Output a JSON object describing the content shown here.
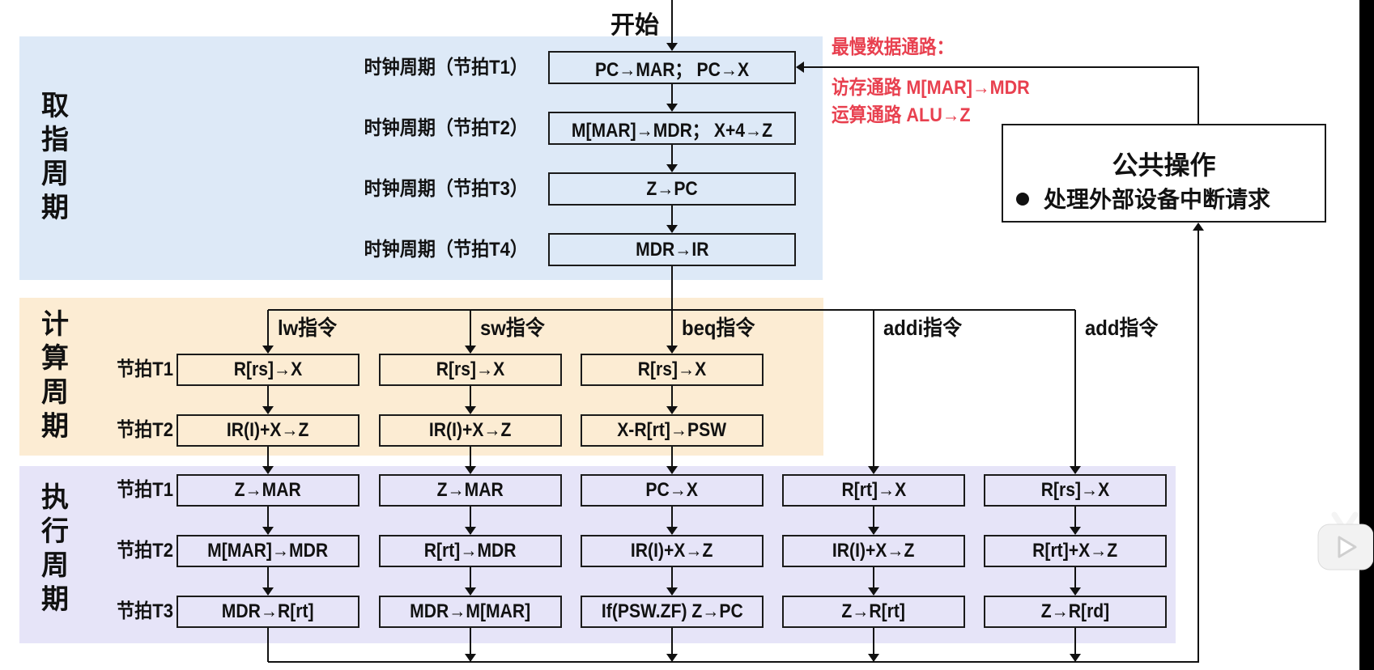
{
  "start_label": "开始",
  "phases": {
    "fetch": "取指周期",
    "compute": "计算周期",
    "execute": "执行周期"
  },
  "fetch_rows": [
    {
      "label": "时钟周期（节拍T1）",
      "op": "PC→MAR；  PC→X"
    },
    {
      "label": "时钟周期（节拍T2）",
      "op": "M[MAR]→MDR；  X+4→Z"
    },
    {
      "label": "时钟周期（节拍T3）",
      "op": "Z→PC"
    },
    {
      "label": "时钟周期（节拍T4）",
      "op": "MDR→IR"
    }
  ],
  "compute_row_labels": [
    "节拍T1",
    "节拍T2"
  ],
  "execute_row_labels": [
    "节拍T1",
    "节拍T2",
    "节拍T3"
  ],
  "instructions": [
    {
      "name": "lw指令",
      "compute": [
        "R[rs]→X",
        "IR(I)+X→Z"
      ],
      "execute": [
        "Z→MAR",
        "M[MAR]→MDR",
        "MDR→R[rt]"
      ]
    },
    {
      "name": "sw指令",
      "compute": [
        "R[rs]→X",
        "IR(I)+X→Z"
      ],
      "execute": [
        "Z→MAR",
        "R[rt]→MDR",
        "MDR→M[MAR]"
      ]
    },
    {
      "name": "beq指令",
      "compute": [
        "R[rs]→X",
        "X-R[rt]→PSW"
      ],
      "execute": [
        "PC→X",
        "IR(I)+X→Z",
        "If(PSW.ZF)   Z→PC"
      ]
    },
    {
      "name": "addi指令",
      "compute": [],
      "execute": [
        "R[rt]→X",
        "IR(I)+X→Z",
        "Z→R[rt]"
      ]
    },
    {
      "name": "add指令",
      "compute": [],
      "execute": [
        "R[rs]→X",
        "R[rt]+X→Z",
        "Z→R[rd]"
      ]
    }
  ],
  "slowest_path_note": {
    "title": "最慢数据通路：",
    "lines": [
      "访存通路 M[MAR]→MDR",
      "运算通路 ALU→Z"
    ],
    "color": "#e8404f"
  },
  "common_operation": {
    "title": "公共操作",
    "items": [
      "处理外部设备中断请求"
    ]
  },
  "overlay_icon": "bilibili-tv-play-icon"
}
